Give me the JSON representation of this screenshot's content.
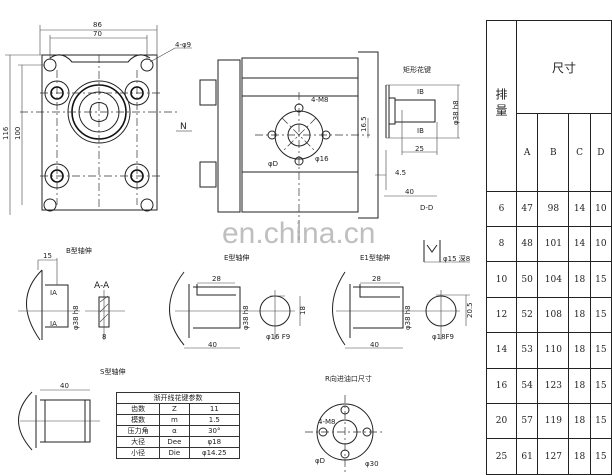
{
  "watermark": "en.china.cn",
  "front_view": {
    "dim_width_outer": "86",
    "dim_width_inner": "70",
    "dim_height_outer": "116",
    "dim_height_inner": "100",
    "holes": "4-φ9",
    "arrow_label": "N"
  },
  "side_view": {
    "port_holes": "4-M8",
    "port_dia": "φD",
    "port_inner": "φ16",
    "offset": "16.5"
  },
  "rect_spline": {
    "title": "矩形花键",
    "section_top": "IB",
    "section_bottom": "IB",
    "dia": "φ38 h8",
    "len_spline": "25",
    "len_step": "4.5",
    "len_total": "40",
    "section": "D-D",
    "key": "φ15 深8"
  },
  "b_shaft": {
    "title": "B型轴伸",
    "dim": "15",
    "section": "A-A",
    "sec_top": "IA",
    "sec_bottom": "IA",
    "dia": "φ38 h8",
    "width": "8"
  },
  "e_shaft": {
    "title": "E型轴伸",
    "key_len": "28",
    "dia": "φ38 h8",
    "key_height": "18",
    "bore": "φ16 F9",
    "len": "40"
  },
  "e1_shaft": {
    "title": "E1型轴伸",
    "key_len": "28",
    "dia": "φ38 h8",
    "key_height": "20.5",
    "bore": "φ18F9",
    "len": "40"
  },
  "s_shaft": {
    "title": "S型轴伸",
    "len": "40"
  },
  "port": {
    "title": "R向进油口尺寸",
    "holes": "4-M8",
    "dia": "φD",
    "pcd": "φ30"
  },
  "spline_table": {
    "title": "渐开线花键参数",
    "rows": [
      {
        "name": "齿数",
        "sym": "Z",
        "val": "11"
      },
      {
        "name": "模数",
        "sym": "m",
        "val": "1.5"
      },
      {
        "name": "压力角",
        "sym": "α",
        "val": "30°"
      },
      {
        "name": "大径",
        "sym": "Dee",
        "val": "φ18"
      },
      {
        "name": "小径",
        "sym": "Die",
        "val": "φ14.25"
      }
    ]
  },
  "dims_table": {
    "col_disp": "排量",
    "group": "尺寸",
    "cols": [
      "A",
      "B",
      "C",
      "D"
    ],
    "rows": [
      {
        "disp": "6",
        "A": "47",
        "B": "98",
        "C": "14",
        "D": "10"
      },
      {
        "disp": "8",
        "A": "48",
        "B": "101",
        "C": "14",
        "D": "10"
      },
      {
        "disp": "10",
        "A": "50",
        "B": "104",
        "C": "18",
        "D": "15"
      },
      {
        "disp": "12",
        "A": "52",
        "B": "108",
        "C": "18",
        "D": "15"
      },
      {
        "disp": "14",
        "A": "53",
        "B": "110",
        "C": "18",
        "D": "15"
      },
      {
        "disp": "16",
        "A": "54",
        "B": "123",
        "C": "18",
        "D": "15"
      },
      {
        "disp": "20",
        "A": "57",
        "B": "119",
        "C": "18",
        "D": "15"
      },
      {
        "disp": "25",
        "A": "61",
        "B": "127",
        "C": "18",
        "D": "15"
      }
    ]
  }
}
